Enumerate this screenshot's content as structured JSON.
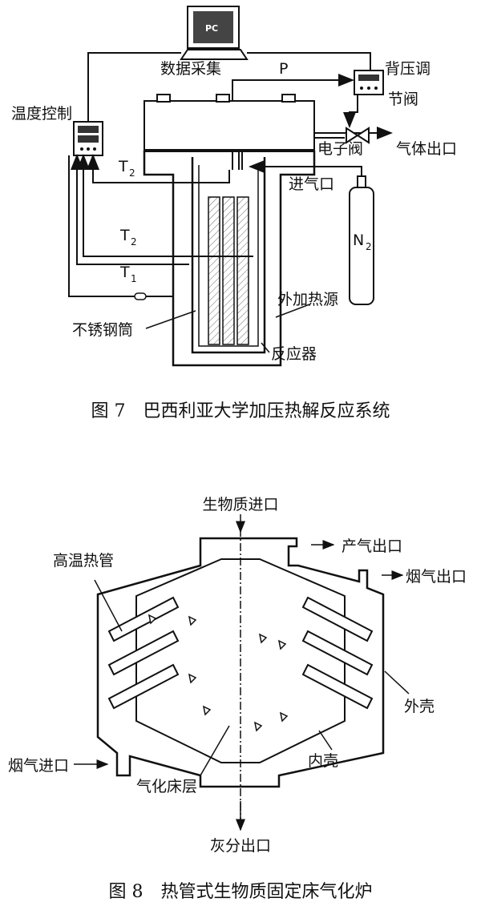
{
  "figure7": {
    "pc_label": "PC",
    "data_acq": "数据采集",
    "pressure": "P",
    "back_pressure_1": "背压调",
    "back_pressure_2": "节阀",
    "electronic_valve": "电子阀",
    "gas_outlet": "气体出口",
    "gas_inlet": "进气口",
    "temp_control": "温度控制",
    "t2_upper": "T",
    "t2_upper_sub": "2",
    "t2_lower": "T",
    "t2_lower_sub": "2",
    "t1": "T",
    "t1_sub": "1",
    "n2": "N",
    "n2_sub": "2",
    "external_heater": "外加热源",
    "steel_tube": "不锈钢筒",
    "reactor": "反应器",
    "caption": "图 7　巴西利亚大学加压热解反应系统"
  },
  "figure8": {
    "biomass_inlet": "生物质进口",
    "gas_product_outlet": "产气出口",
    "flue_gas_outlet": "烟气出口",
    "heat_pipe": "高温热管",
    "outer_shell": "外壳",
    "flue_gas_inlet": "烟气进口",
    "gasification_bed": "气化床层",
    "inner_shell": "内壳",
    "ash_outlet": "灰分出口",
    "caption": "图 8　热管式生物质固定床气化炉"
  }
}
